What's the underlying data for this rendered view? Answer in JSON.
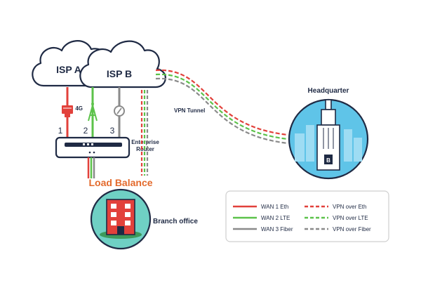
{
  "clouds": {
    "isp_a": "ISP A",
    "isp_b": "ISP B"
  },
  "links": {
    "num_1": "1",
    "num_2": "2",
    "num_3": "3",
    "label_4g": "4G"
  },
  "router": {
    "label_line1": "Enterprise",
    "label_line2": "Router"
  },
  "tunnel": {
    "label": "VPN Tunnel"
  },
  "headquarter": {
    "label": "Headquarter",
    "door_letter": "B"
  },
  "branch": {
    "label": "Branch office",
    "load_balance": "Load Balance"
  },
  "legend": {
    "wan1": "WAN 1 Eth",
    "wan2": "WAN 2 LTE",
    "wan3": "WAN 3 Fiber",
    "vpn1": "VPN over Eth",
    "vpn2": "VPN over LTE",
    "vpn3": "VPN over Fiber"
  },
  "colors": {
    "eth": "#e2413b",
    "lte": "#5cc24a",
    "fiber": "#8a8a8a",
    "accent": "#e36a2c",
    "sky": "#5fc4e8",
    "teal": "#6fd0c4"
  }
}
